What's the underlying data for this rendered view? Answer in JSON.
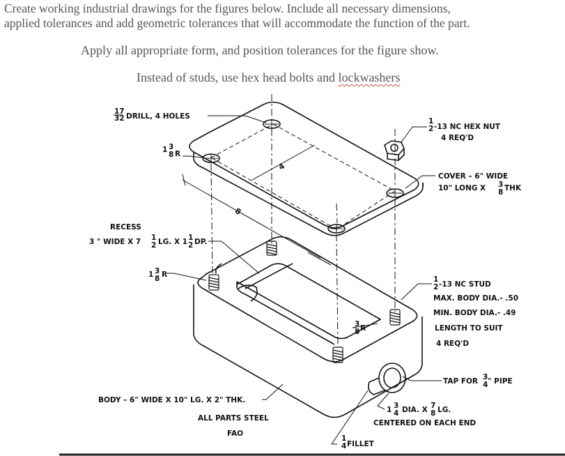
{
  "instructions": {
    "line1": "Create working industrial drawings for the figures below.  Include all necessary dimensions,",
    "line2": "applied tolerances and add geometric tolerances that will accommodate the function of the part.",
    "line3": "Apply all appropriate form, and position tolerances for the figure show.",
    "line4_prefix": "Instead of studs, use hex head bolts and ",
    "line4_word": "lockwashers"
  },
  "drawing": {
    "drill_note": "DRILL, 4 HOLES",
    "drill_frac_num": "17",
    "drill_frac_den": "32",
    "cover_radius_whole": "1",
    "cover_radius_num": "3",
    "cover_radius_den": "8",
    "cover_radius_suffix": "R",
    "nut_line1": "-13 NC HEX NUT",
    "nut_line2": "4 REQ'D",
    "nut_frac_num": "1",
    "nut_frac_den": "2",
    "cover_line1": "COVER – 6\" WIDE",
    "cover_line2": "10\"  LONG X",
    "cover_thk_num": "3",
    "cover_thk_den": "8",
    "cover_thk_suffix": "THK",
    "dim_width": "4",
    "dim_length": "8",
    "recess_line1": "RECESS",
    "recess_line2a": "3 \" WIDE X 7",
    "recess_frac1_num": "1",
    "recess_frac1_den": "2",
    "recess_line2b": "LG. X 1",
    "recess_frac2_num": "1",
    "recess_frac2_den": "2",
    "recess_line2c": "DP.",
    "body_radius_whole": "1",
    "body_radius_num": "3",
    "body_radius_den": "8",
    "body_radius_suffix": "R",
    "stud_line1": "-13 NC  STUD",
    "stud_frac_num": "1",
    "stud_frac_den": "2",
    "stud_max": "MAX. BODY DIA.-  .50",
    "stud_min": "MIN. BODY DIA.-  .49",
    "stud_len": "LENGTH  TO SUIT",
    "stud_req": "4  REQ'D",
    "recess_radius_num": "3",
    "recess_radius_den": "8",
    "recess_radius_suffix": "R",
    "tap_note": "TAP  FOR",
    "tap_frac_num": "3",
    "tap_frac_den": "4",
    "tap_suffix": "\" PIPE",
    "body_note": "BODY –  6\"  WIDE  X  10\" LG. X  2\"  THK.",
    "boss_line1_pre": "1",
    "boss_frac1_num": "3",
    "boss_frac1_den": "4",
    "boss_line1_mid": "DIA. X",
    "boss_frac2_num": "7",
    "boss_frac2_den": "8",
    "boss_line1_post": "LG.",
    "boss_line2": "CENTERED  ON  EACH  END",
    "material_line1": "ALL  PARTS   STEEL",
    "material_line2": "FAO",
    "fillet_num": "1",
    "fillet_den": "4",
    "fillet_label": "FILLET"
  },
  "colors": {
    "instruction_text": "#555555",
    "spellcheck_underline": "#c0504d",
    "ink": "#111111"
  }
}
